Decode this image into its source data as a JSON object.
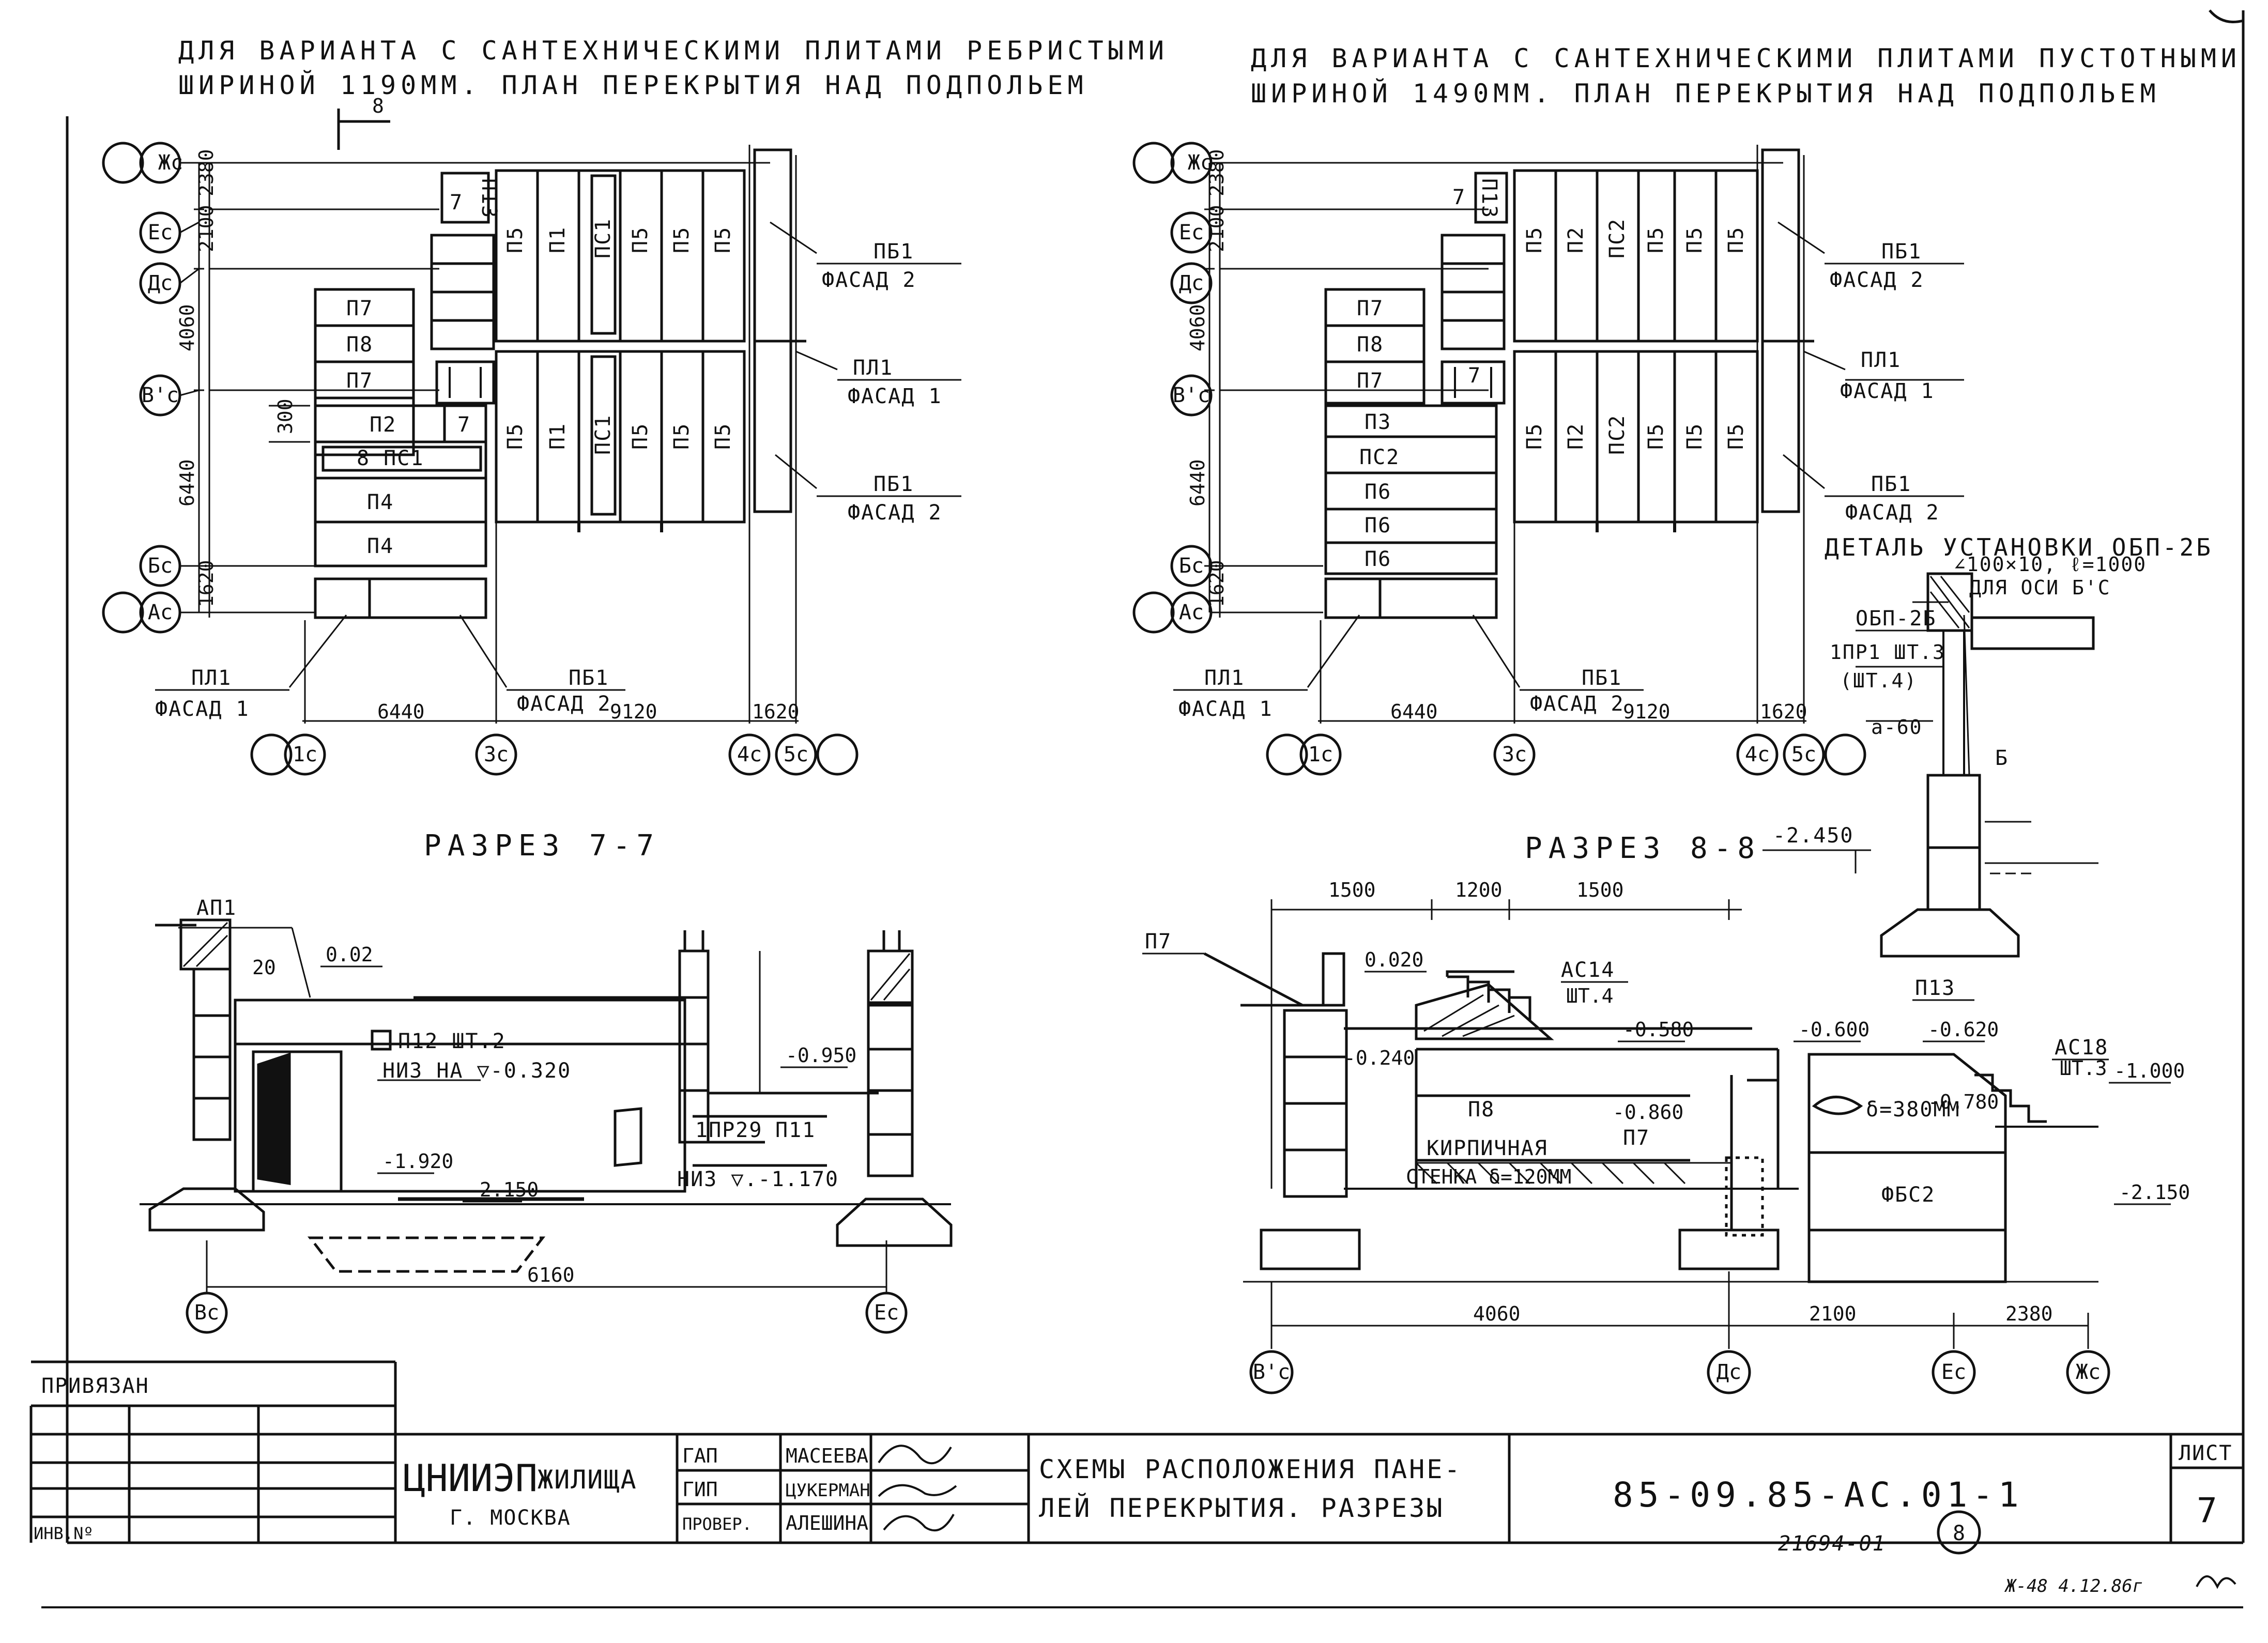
{
  "headings": {
    "left_line1": "ДЛЯ ВАРИАНТА С САНТЕХНИЧЕСКИМИ ПЛИТАМИ РЕБРИСТЫМИ",
    "left_line2": "ШИРИНОЙ 1190ММ. ПЛАН ПЕРЕКРЫТИЯ НАД ПОДПОЛЬЕМ",
    "right_line1": "ДЛЯ ВАРИАНТА С САНТЕХНИЧЕСКИМИ ПЛИТАМИ ПУСТОТНЫМИ",
    "right_line2": "ШИРИНОЙ 1490ММ. ПЛАН ПЕРЕКРЫТИЯ НАД ПОДПОЛЬЕМ"
  },
  "plan_left": {
    "cut_mark": "8",
    "row_axes": [
      "Жс",
      "Ес",
      "Дс",
      "В'с",
      "Бс",
      "Ас"
    ],
    "row_dims": [
      "2380",
      "2100",
      "4060",
      "6440",
      "1620"
    ],
    "dim_300": "300",
    "col_axes": [
      "1с",
      "3с",
      "4с",
      "5с"
    ],
    "col_dims": [
      "6440",
      "9120",
      "1620"
    ],
    "left_panels": [
      "П7",
      "П8",
      "П7",
      "П2",
      "7",
      "8 ПС1",
      "П4",
      "П4"
    ],
    "small_panel": "П13",
    "stair_mark": "7",
    "panels_top": [
      "П5",
      "П1",
      "ПС1",
      "П5",
      "П5",
      "П5"
    ],
    "panels_bottom": [
      "П5",
      "П1",
      "ПС1",
      "П5",
      "П5",
      "П5"
    ],
    "callouts": [
      {
        "mark": "ПБ1",
        "note": "ФАСАД 2"
      },
      {
        "mark": "ПЛ1",
        "note": "ФАСАД 1"
      },
      {
        "mark": "ПБ1",
        "note": "ФАСАД 2"
      },
      {
        "mark": "ПЛ1",
        "note": "ФАСАД 1"
      },
      {
        "mark": "ПБ1",
        "note": "ФАСАД 2"
      }
    ]
  },
  "plan_right": {
    "row_axes": [
      "Жс",
      "Ес",
      "Дс",
      "В'с",
      "Бс",
      "Ас"
    ],
    "row_dims": [
      "2380",
      "2100",
      "4060",
      "6440",
      "1620"
    ],
    "col_axes": [
      "1с",
      "3с",
      "4с",
      "5с"
    ],
    "col_dims": [
      "6440",
      "9120",
      "1620"
    ],
    "left_panels": [
      "П7",
      "П8",
      "П7",
      "П3",
      "ПС2",
      "П6",
      "П6",
      "П6"
    ],
    "small_panel": "П13",
    "stair_mark": "7",
    "stair_mark2": "7",
    "panels_top": [
      "П5",
      "П2",
      "ПС2",
      "П5",
      "П5",
      "П5"
    ],
    "panels_bottom": [
      "П5",
      "П2",
      "ПС2",
      "П5",
      "П5",
      "П5"
    ],
    "callouts": [
      {
        "mark": "ПБ1",
        "note": "ФАСАД 2"
      },
      {
        "mark": "ПЛ1",
        "note": "ФАСАД 1"
      },
      {
        "mark": "ПБ1",
        "note": "ФАСАД 2"
      },
      {
        "mark": "ПЛ1",
        "note": "ФАСАД 1"
      },
      {
        "mark": "ПБ1",
        "note": "ФАСАД 2"
      }
    ]
  },
  "detail": {
    "title": "ДЕТАЛЬ УСТАНОВКИ ОБП-2Б",
    "angle": "∠100×10, ℓ=1000",
    "axis_note": "ДЛЯ ОСИ Б'С",
    "obp": "ОБП-2Б",
    "pr": "1ПР1 ШТ.3",
    "pr_alt": "(ШТ.4)",
    "a60": "а-60",
    "b": "Б",
    "level": "-2.450"
  },
  "sec77": {
    "title": "РАЗРЕЗ 7-7",
    "ap": "АП1",
    "l20": "20",
    "l002": "0.02",
    "p12": "П12 ШТ.2",
    "niz1": "НИЗ НА ▽-0.320",
    "l0950": "-0.950",
    "pr29": "1ПР29",
    "p11": "П11",
    "niz2": "НИЗ ▽.-1.170",
    "l1920": "-1.920",
    "l2150": "-2.150",
    "dim": "6160",
    "axes": [
      "Вс",
      "Ес"
    ]
  },
  "sec88": {
    "title": "РАЗРЕЗ 8-8",
    "dims_top": [
      "1500",
      "1200",
      "1500"
    ],
    "p7": "П7",
    "l0020": "0.020",
    "ac14": "АС14",
    "sht4": "ШТ.4",
    "l0240": "-0.240",
    "l0580": "-0.580",
    "p8": "П8",
    "l0860": "-0.860",
    "p7b": "П7",
    "wall1": "КИРПИЧНАЯ",
    "wall2": "СТЕНКА δ=120ММ",
    "l0600": "-0.600",
    "p13": "П13",
    "l0620": "-0.620",
    "ac18": "АС18",
    "sht3": "ШТ.3",
    "l1000": "-1.000",
    "l0780": "-0.780",
    "delta": "δ=380ММ",
    "fbs": "ФБС2",
    "l2150": "-2.150",
    "dims_bottom": [
      "4060",
      "2100",
      "2380"
    ],
    "axes": [
      "В'с",
      "Дс",
      "Ес",
      "Жс"
    ]
  },
  "title_block": {
    "bound": "ПРИВЯЗАН",
    "inv": "ИНВ.Nº",
    "org1": "ЦНИИЭП",
    "org2": "ЖИЛИЩА",
    "city": "Г. МОСКВА",
    "roles": [
      "ГАП",
      "ГИП",
      "ПРОВЕР."
    ],
    "names": [
      "МАСЕЕВА",
      "ЦУКЕРМАН",
      "АЛЕШИНА"
    ],
    "title1": "СХЕМЫ РАСПОЛОЖЕНИЯ ПАНЕ-",
    "title2": "ЛЕЙ ПЕРЕКРЫТИЯ. РАЗРЕЗЫ",
    "code": "85-09.85-АС.01-1",
    "sheet_label": "ЛИСТ",
    "sheet_no": "7"
  },
  "footer": {
    "number": "21694-01",
    "circled": "8",
    "handwritten": "Ж-48 4.12.86г"
  }
}
